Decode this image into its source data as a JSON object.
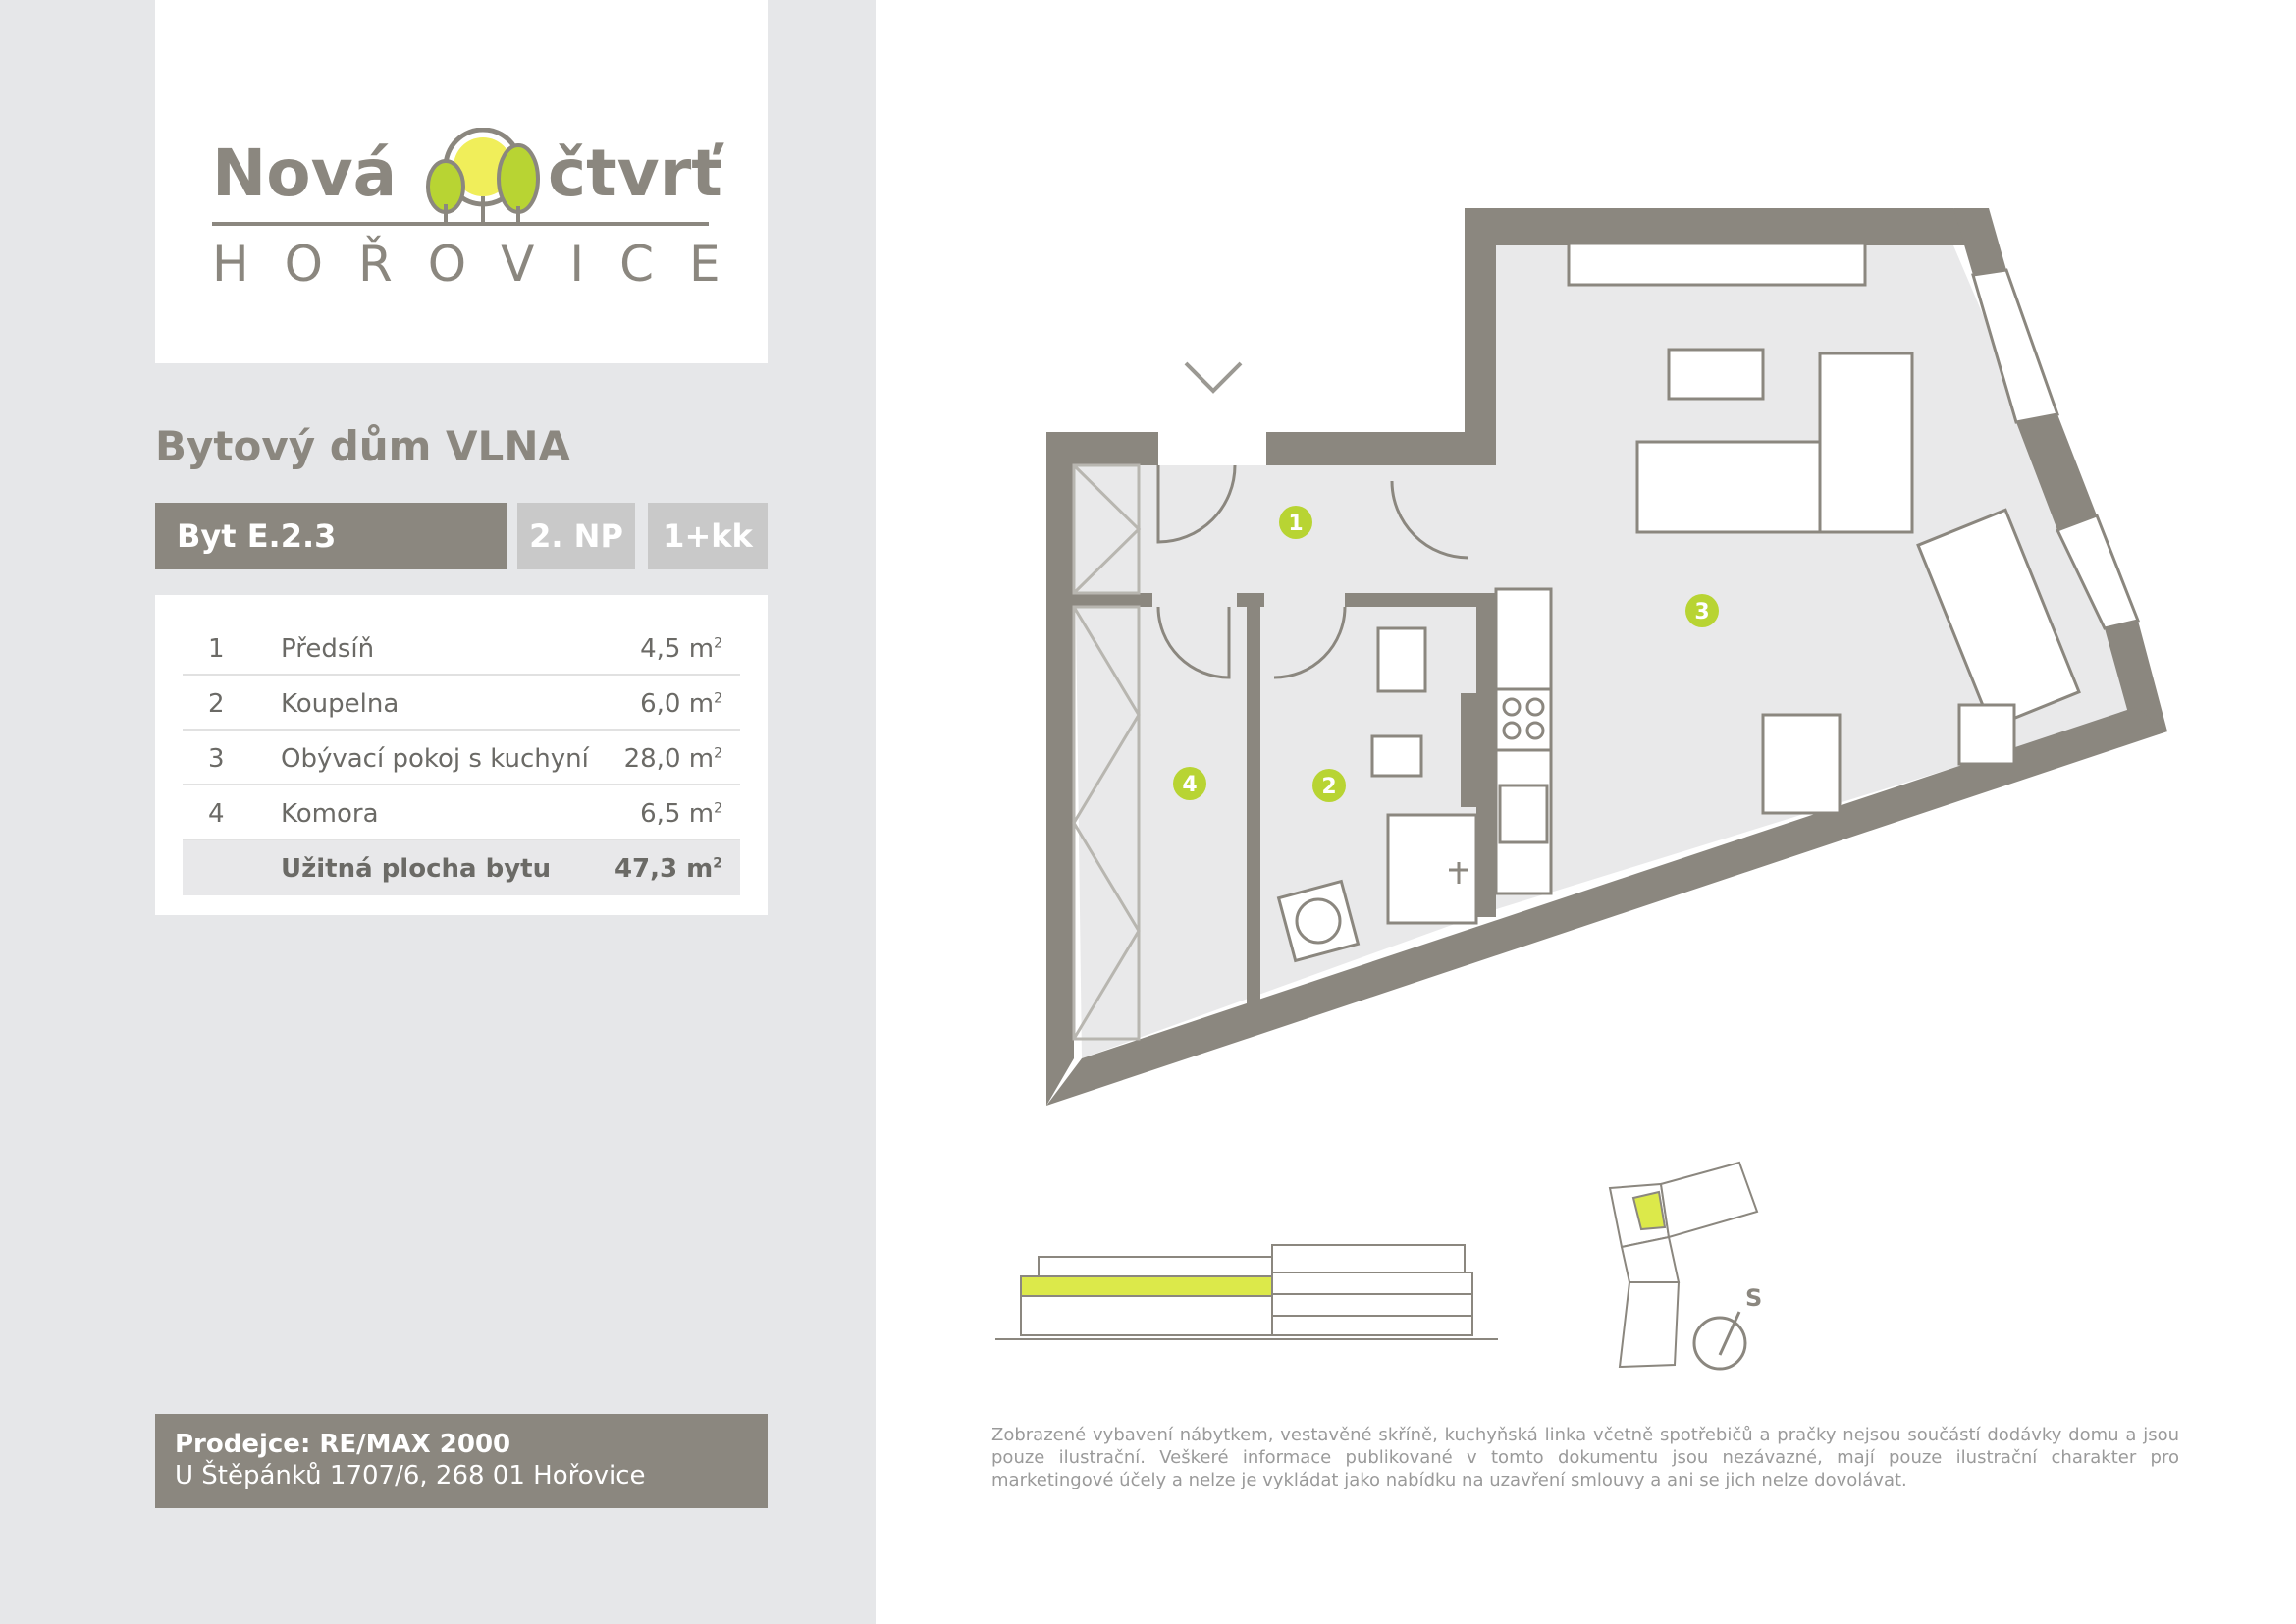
{
  "logo": {
    "word1": "Nová",
    "word2": "čtvrť",
    "city": "HOŘOVICE",
    "colors": {
      "gray": "#8b877f",
      "yellow": "#f0ee5a",
      "green": "#b8d433"
    }
  },
  "building": {
    "title": "Bytový dům VLNA"
  },
  "tags": {
    "unit": "Byt E.2.3",
    "floor": "2. NP",
    "type": "1+kk"
  },
  "rooms": [
    {
      "num": "1",
      "name": "Předsíň",
      "area": "4,5 m",
      "unit_sup": "2"
    },
    {
      "num": "2",
      "name": "Koupelna",
      "area": "6,0 m",
      "unit_sup": "2"
    },
    {
      "num": "3",
      "name": "Obývací pokoj s kuchyní",
      "area": "28,0 m",
      "unit_sup": "2"
    },
    {
      "num": "4",
      "name": "Komora",
      "area": "6,5 m",
      "unit_sup": "2"
    }
  ],
  "total": {
    "name": "Užitná plocha bytu",
    "area": "47,3 m",
    "unit_sup": "2"
  },
  "seller": {
    "line1": "Prodejce: RE/MAX 2000",
    "line2": "U Štěpánků 1707/6, 268 01 Hořovice"
  },
  "disclaimer": "Zobrazené vybavení nábytkem, vestavěné skříně, kuchyňská linka včetně spotřebičů a pračky nejsou součástí dodávky domu a jsou pouze ilustrační. Veškeré informace publikované v tomto dokumentu jsou nezávazné, mají pouze ilustrační charakter pro marketingové účely a nelze je vykládat jako nabídku na uzavření smlouvy a ani se jich nelze dovolávat.",
  "plan": {
    "room_markers": [
      "1",
      "2",
      "3",
      "4"
    ],
    "compass_label": "S",
    "colors": {
      "wall": "#8b877f",
      "floor": "#e9e9ea",
      "marker": "#b8d433",
      "highlight": "#dce94a"
    }
  }
}
